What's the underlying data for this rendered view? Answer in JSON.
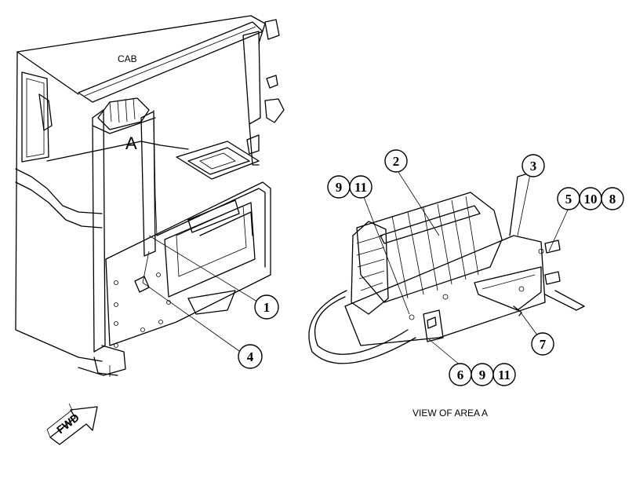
{
  "labels": {
    "cab": "CAB",
    "area": "A",
    "view_caption": "VIEW OF AREA A",
    "fwd": "FWD"
  },
  "callouts": {
    "c1": "1",
    "c2": "2",
    "c3": "3",
    "c4": "4",
    "c5": "5",
    "c6": "6",
    "c7": "7",
    "c8": "8",
    "c9a": "9",
    "c9b": "9",
    "c10": "10",
    "c11a": "11",
    "c11b": "11"
  }
}
